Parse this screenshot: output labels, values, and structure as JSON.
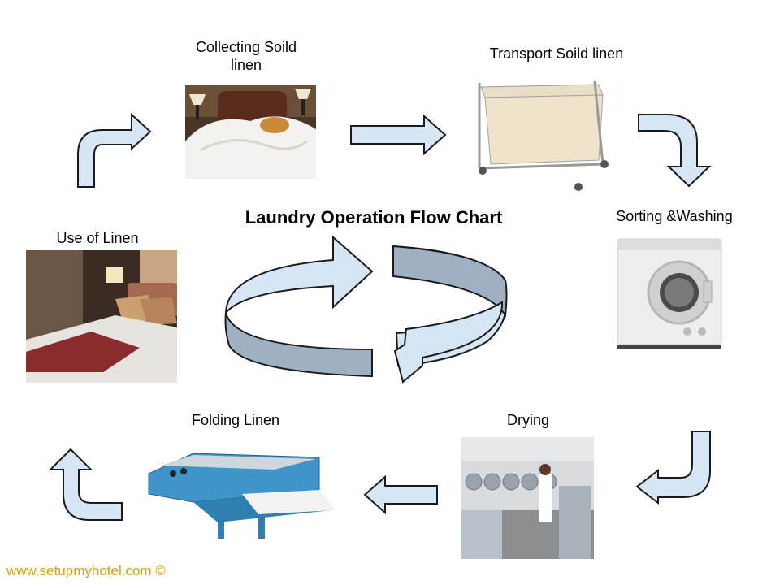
{
  "title": "Laundry Operation Flow Chart",
  "steps": [
    {
      "label_line1": "Collecting Soild",
      "label_line2": "linen"
    },
    {
      "label": "Transport Soild linen"
    },
    {
      "label": "Sorting &Washing"
    },
    {
      "label": "Drying"
    },
    {
      "label": "Folding Linen"
    },
    {
      "label": "Use of Linen"
    }
  ],
  "footer": "www.setupmyhotel.com ©",
  "colors": {
    "arrow_fill": "#d6e6f5",
    "arrow_stroke": "#1a1a1a",
    "cycle_dark": "#9fb0c3",
    "footer": "#e0a000"
  }
}
